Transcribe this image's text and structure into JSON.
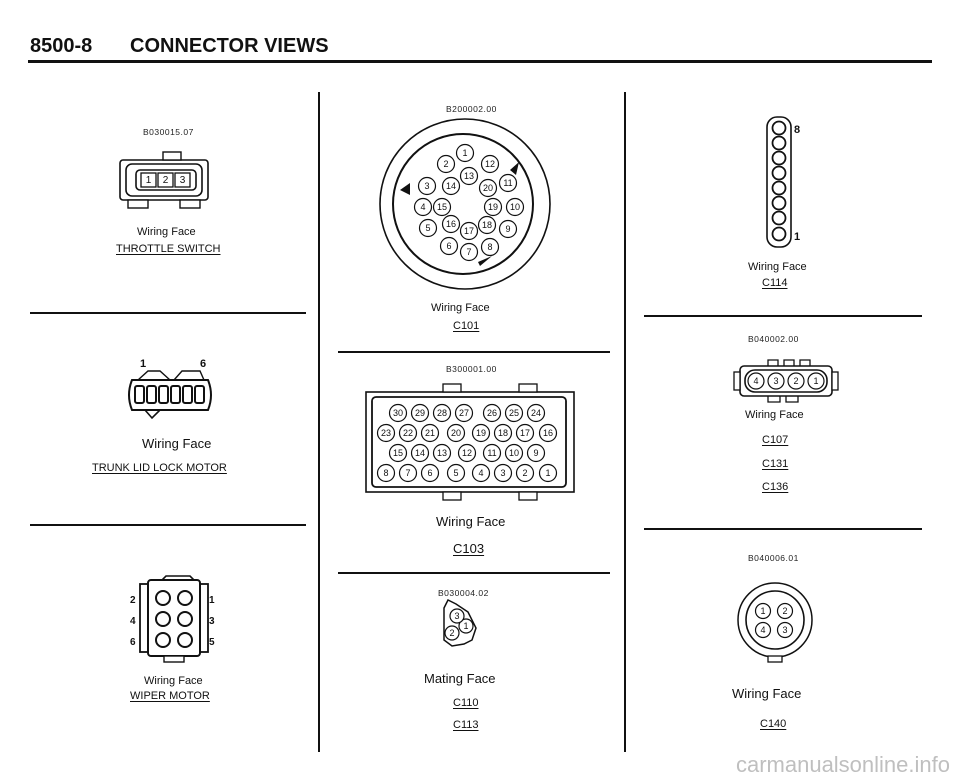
{
  "header": {
    "page_number": "8500-8",
    "title": "CONNECTOR VIEWS"
  },
  "throttle": {
    "code": "B030015.07",
    "face": "Wiring Face",
    "name": "THROTTLE SWITCH",
    "pins": [
      "1",
      "2",
      "3"
    ]
  },
  "trunk": {
    "pin_first": "1",
    "pin_last": "6",
    "face": "Wiring Face",
    "name": "TRUNK LID LOCK MOTOR"
  },
  "wiper": {
    "face": "Wiring Face",
    "name": "WIPER MOTOR",
    "pins": [
      "1",
      "2",
      "3",
      "4",
      "5",
      "6"
    ]
  },
  "c101": {
    "code": "B200002.00",
    "face": "Wiring Face",
    "name": "C101",
    "pins": [
      "1",
      "2",
      "3",
      "4",
      "5",
      "6",
      "7",
      "8",
      "9",
      "10",
      "11",
      "12",
      "13",
      "14",
      "15",
      "16",
      "17",
      "18",
      "19",
      "20"
    ]
  },
  "c103": {
    "code": "B300001.00",
    "face": "Wiring Face",
    "name": "C103",
    "rows": [
      [
        "30",
        "29",
        "28",
        "27",
        "26",
        "25",
        "24"
      ],
      [
        "23",
        "22",
        "21",
        "20",
        "19",
        "18",
        "17",
        "16"
      ],
      [
        "15",
        "14",
        "13",
        "12",
        "11",
        "10",
        "9"
      ],
      [
        "8",
        "7",
        "6",
        "5",
        "4",
        "3",
        "2",
        "1"
      ]
    ]
  },
  "c110": {
    "code": "B030004.02",
    "face": "Mating Face",
    "names": [
      "C110",
      "C113"
    ],
    "pins": [
      "1",
      "2",
      "3"
    ]
  },
  "c114": {
    "pin_top": "8",
    "pin_bottom": "1",
    "face": "Wiring Face",
    "name": "C114"
  },
  "c107": {
    "code": "B040002.00",
    "face": "Wiring Face",
    "names": [
      "C107",
      "C131",
      "C136"
    ],
    "pins": [
      "4",
      "3",
      "2",
      "1"
    ]
  },
  "c140": {
    "code": "B040006.01",
    "face": "Wiring Face",
    "name": "C140",
    "pins": [
      "1",
      "2",
      "4",
      "3"
    ]
  },
  "watermark": "carmanualsonline.info"
}
